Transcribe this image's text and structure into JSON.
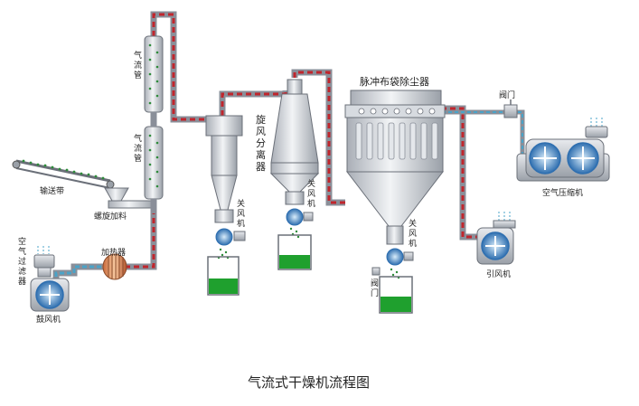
{
  "title": "气流式干燥机流程图",
  "labels": {
    "airflow_pipe_1": "气流管",
    "airflow_pipe_2": "气流管",
    "conveyor": "输送带",
    "screw_feeder": "螺旋加料",
    "heater": "加热器",
    "air_filter": "空气过滤器",
    "blower": "鼓风机",
    "cyclone": "旋风分离器",
    "airlock_1": "关风机",
    "airlock_2": "关风机",
    "airlock_3": "关风机",
    "bag_filter": "脉冲布袋除尘器",
    "valve_top": "阀门",
    "valve_bottom": "阀门",
    "induced_fan": "引风机",
    "air_compressor": "空气压缩机"
  },
  "colors": {
    "pipe_outline": "#8a8f99",
    "pipe_stripe": "#c0262d",
    "air_line": "#4aa3c8",
    "vessel_light": "#eef0f3",
    "vessel_dark": "#9aa0a8",
    "fan_blue": "#2f6fb0",
    "product_green": "#1fa02e",
    "dots_green": "#2e8b3a"
  }
}
